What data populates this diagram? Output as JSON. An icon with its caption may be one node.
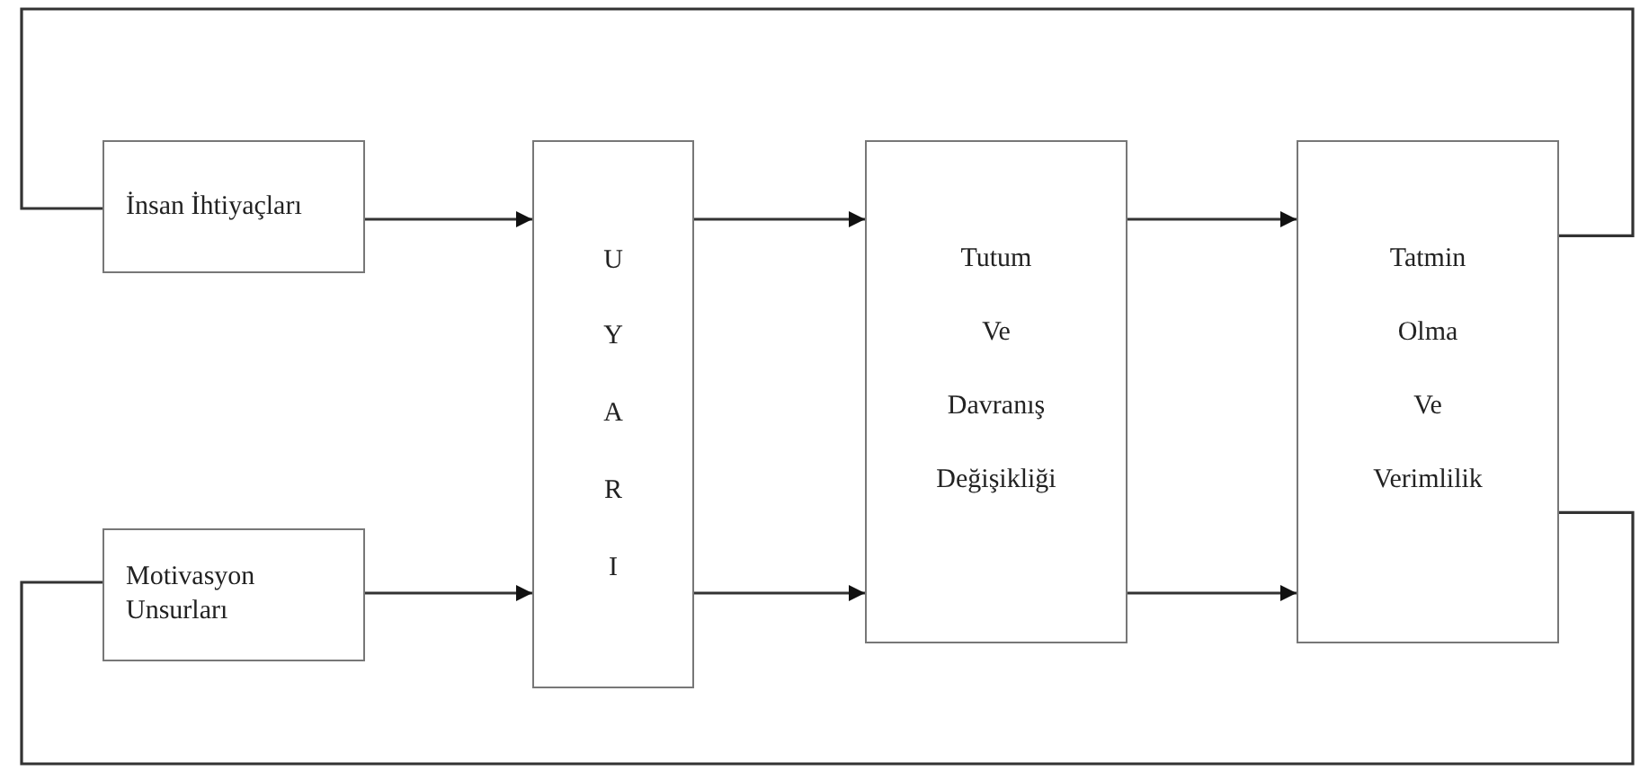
{
  "diagram": {
    "nodes": [
      {
        "text": [
          "İnsan İhtiyaçları"
        ]
      },
      {
        "text": [
          "Motivasyon Unsurları"
        ]
      },
      {
        "text": [
          "UYARI"
        ]
      },
      {
        "text": [
          "Tutum Ve Davranış Değişikliği"
        ]
      },
      {
        "text": [
          "Tatmin Olma Ve Verimlilik"
        ]
      }
    ],
    "edges": [
      {
        "from": 0,
        "to": 2,
        "arrow": "to"
      },
      {
        "from": 1,
        "to": 2,
        "arrow": "to"
      },
      {
        "from": 2,
        "to": 3,
        "arrow": "to"
      },
      {
        "from": 2,
        "to": 3,
        "arrow": "to"
      },
      {
        "from": 3,
        "to": 4,
        "arrow": "to"
      },
      {
        "from": 3,
        "to": 4,
        "arrow": "to"
      },
      {
        "from": 4,
        "to": 0,
        "arrow": "none"
      },
      {
        "from": 4,
        "to": 1,
        "arrow": "none"
      }
    ]
  }
}
